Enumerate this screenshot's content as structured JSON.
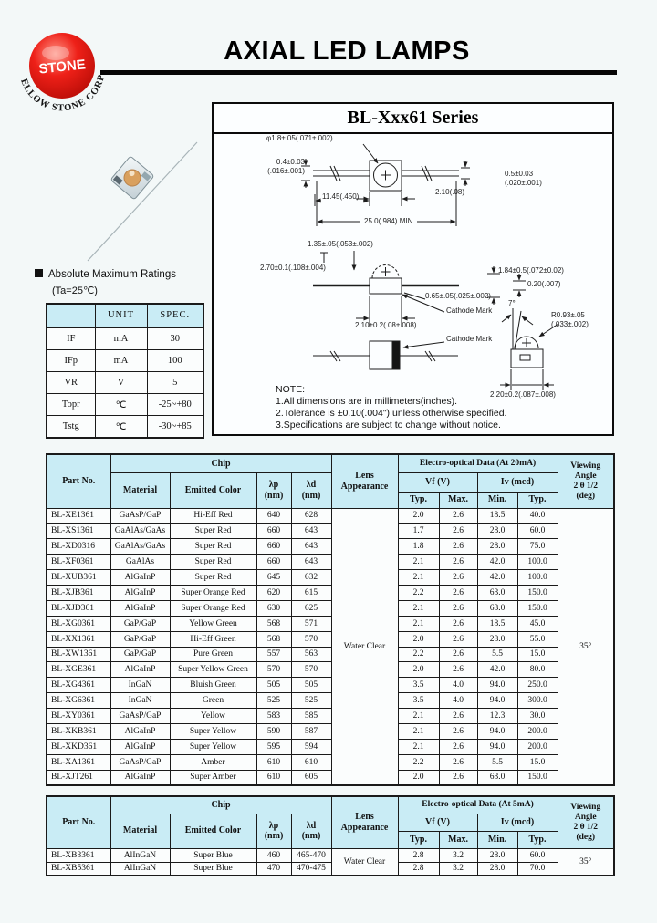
{
  "header": {
    "title": "AXIAL LED LAMPS"
  },
  "logo": {
    "name": "STONE",
    "company": "YELLOW STONE CORP."
  },
  "series_box": {
    "title": "BL-Xxx61 Series",
    "dims": {
      "d_phi": "φ1.8±.05(.071±.002)",
      "d_left": "0.4±0.03\n(.016±.001)",
      "d_right": "0.5±0.03\n(.020±.001)",
      "d_1145": "11.45(.450)",
      "d_210a": "2.10(.08)",
      "d_250": "25.0(.984) MIN.",
      "d_135": "1.35±.05(.053±.002)",
      "d_270": "2.70±0.1(.108±.004)",
      "d_184": "1.84±0.5(.072±0.02)",
      "d_020": "0.20(.007)",
      "d_065": "0.65±.05(.025±.002)",
      "d_cath1": "Cathode Mark",
      "d_210b": "2.10±0.2(.08±.008)",
      "d_cath2": "Cathode Mark",
      "d_7": "7°",
      "d_r093": "R0.93±.05\n(.033±.002)",
      "d_220": "2.20±0.2(.087±.008)"
    },
    "note": {
      "heading": "NOTE:",
      "line1": "1.All dimensions are in millimeters(inches).",
      "line2": "2.Tolerance is ±0.10(.004\") unless otherwise specified.",
      "line3": "3.Specifications are subject to change without notice."
    }
  },
  "ratings": {
    "heading": "Absolute Maximum Ratings",
    "condition": "(Ta=25℃)",
    "col1": "",
    "col2": "UNIT",
    "col3": "SPEC.",
    "rows": [
      [
        "IF",
        "mA",
        "30"
      ],
      [
        "IFp",
        "mA",
        "100"
      ],
      [
        "VR",
        "V",
        "5"
      ],
      [
        "Topr",
        "℃",
        "-25~+80"
      ],
      [
        "Tstg",
        "℃",
        "-30~+85"
      ]
    ]
  },
  "table1": {
    "h": {
      "part": "Part No.",
      "chip": "Chip",
      "material": "Material",
      "color": "Emitted Color",
      "lp": "λp\n(nm)",
      "ld": "λd\n(nm)",
      "lens": "Lens\nAppearance",
      "eo": "Electro-optical Data (At 20mA)",
      "vf": "Vf (V)",
      "iv": "Iv (mcd)",
      "typ1": "Typ.",
      "max": "Max.",
      "min": "Min.",
      "typ2": "Typ.",
      "viewing": "Viewing\nAngle\n2 θ 1/2\n(deg)"
    },
    "lens_value": "Water Clear",
    "viewing_value": "35°",
    "rows": [
      [
        "BL-XE1361",
        "GaAsP/GaP",
        "Hi-Eff Red",
        "640",
        "628",
        "2.0",
        "2.6",
        "18.5",
        "40.0"
      ],
      [
        "BL-XS1361",
        "GaAlAs/GaAs",
        "Super Red",
        "660",
        "643",
        "1.7",
        "2.6",
        "28.0",
        "60.0"
      ],
      [
        "BL-XD0316",
        "GaAlAs/GaAs",
        "Super Red",
        "660",
        "643",
        "1.8",
        "2.6",
        "28.0",
        "75.0"
      ],
      [
        "BL-XF0361",
        "GaAlAs",
        "Super Red",
        "660",
        "643",
        "2.1",
        "2.6",
        "42.0",
        "100.0"
      ],
      [
        "BL-XUB361",
        "AlGaInP",
        "Super Red",
        "645",
        "632",
        "2.1",
        "2.6",
        "42.0",
        "100.0"
      ],
      [
        "BL-XJB361",
        "AlGaInP",
        "Super Orange Red",
        "620",
        "615",
        "2.2",
        "2.6",
        "63.0",
        "150.0"
      ],
      [
        "BL-XJD361",
        "AlGaInP",
        "Super Orange Red",
        "630",
        "625",
        "2.1",
        "2.6",
        "63.0",
        "150.0"
      ],
      [
        "BL-XG0361",
        "GaP/GaP",
        "Yellow Green",
        "568",
        "571",
        "2.1",
        "2.6",
        "18.5",
        "45.0"
      ],
      [
        "BL-XX1361",
        "GaP/GaP",
        "Hi-Eff Green",
        "568",
        "570",
        "2.0",
        "2.6",
        "28.0",
        "55.0"
      ],
      [
        "BL-XW1361",
        "GaP/GaP",
        "Pure Green",
        "557",
        "563",
        "2.2",
        "2.6",
        "5.5",
        "15.0"
      ],
      [
        "BL-XGE361",
        "AlGaInP",
        "Super Yellow Green",
        "570",
        "570",
        "2.0",
        "2.6",
        "42.0",
        "80.0"
      ],
      [
        "BL-XG4361",
        "InGaN",
        "Bluish Green",
        "505",
        "505",
        "3.5",
        "4.0",
        "94.0",
        "250.0"
      ],
      [
        "BL-XG6361",
        "InGaN",
        "Green",
        "525",
        "525",
        "3.5",
        "4.0",
        "94.0",
        "300.0"
      ],
      [
        "BL-XY0361",
        "GaAsP/GaP",
        "Yellow",
        "583",
        "585",
        "2.1",
        "2.6",
        "12.3",
        "30.0"
      ],
      [
        "BL-XKB361",
        "AlGaInP",
        "Super Yellow",
        "590",
        "587",
        "2.1",
        "2.6",
        "94.0",
        "200.0"
      ],
      [
        "BL-XKD361",
        "AlGaInP",
        "Super Yellow",
        "595",
        "594",
        "2.1",
        "2.6",
        "94.0",
        "200.0"
      ],
      [
        "BL-XA1361",
        "GaAsP/GaP",
        "Amber",
        "610",
        "610",
        "2.2",
        "2.6",
        "5.5",
        "15.0"
      ],
      [
        "BL-XJT261",
        "AlGaInP",
        "Super Amber",
        "610",
        "605",
        "2.0",
        "2.6",
        "63.0",
        "150.0"
      ]
    ]
  },
  "table2": {
    "h": {
      "part": "Part No.",
      "chip": "Chip",
      "material": "Material",
      "color": "Emitted Color",
      "lp": "λp\n(nm)",
      "ld": "λd\n(nm)",
      "lens": "Lens\nAppearance",
      "eo": "Electro-optical Data (At 5mA)",
      "vf": "Vf (V)",
      "iv": "Iv (mcd)",
      "typ1": "Typ.",
      "max": "Max.",
      "min": "Min.",
      "typ2": "Typ.",
      "viewing": "Viewing\nAngle\n2 θ 1/2\n(deg)"
    },
    "lens_value": "Water Clear",
    "viewing_value": "35°",
    "rows": [
      [
        "BL-XB3361",
        "AlInGaN",
        "Super Blue",
        "460",
        "465-470",
        "2.8",
        "3.2",
        "28.0",
        "60.0"
      ],
      [
        "BL-XB5361",
        "AlInGaN",
        "Super Blue",
        "470",
        "470-475",
        "2.8",
        "3.2",
        "28.0",
        "70.0"
      ]
    ]
  }
}
